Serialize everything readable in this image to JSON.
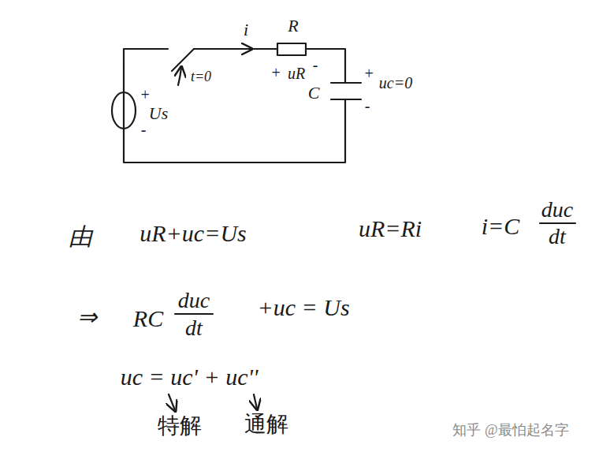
{
  "diagram": {
    "labels": [
      "i",
      "R",
      "+",
      "uR",
      "-",
      "C",
      "+",
      "uc=0",
      "-",
      "t=0",
      "+",
      "Us",
      "-",
      "由",
      "uR+uc=Us",
      "uR=Ri",
      "i=C",
      "duc",
      "dt",
      "⇒",
      "RC",
      "duc",
      "dt",
      "+uc = Us",
      "uc = uc' + uc''",
      "特解",
      "通解",
      "知乎 @最怕起名字"
    ]
  }
}
